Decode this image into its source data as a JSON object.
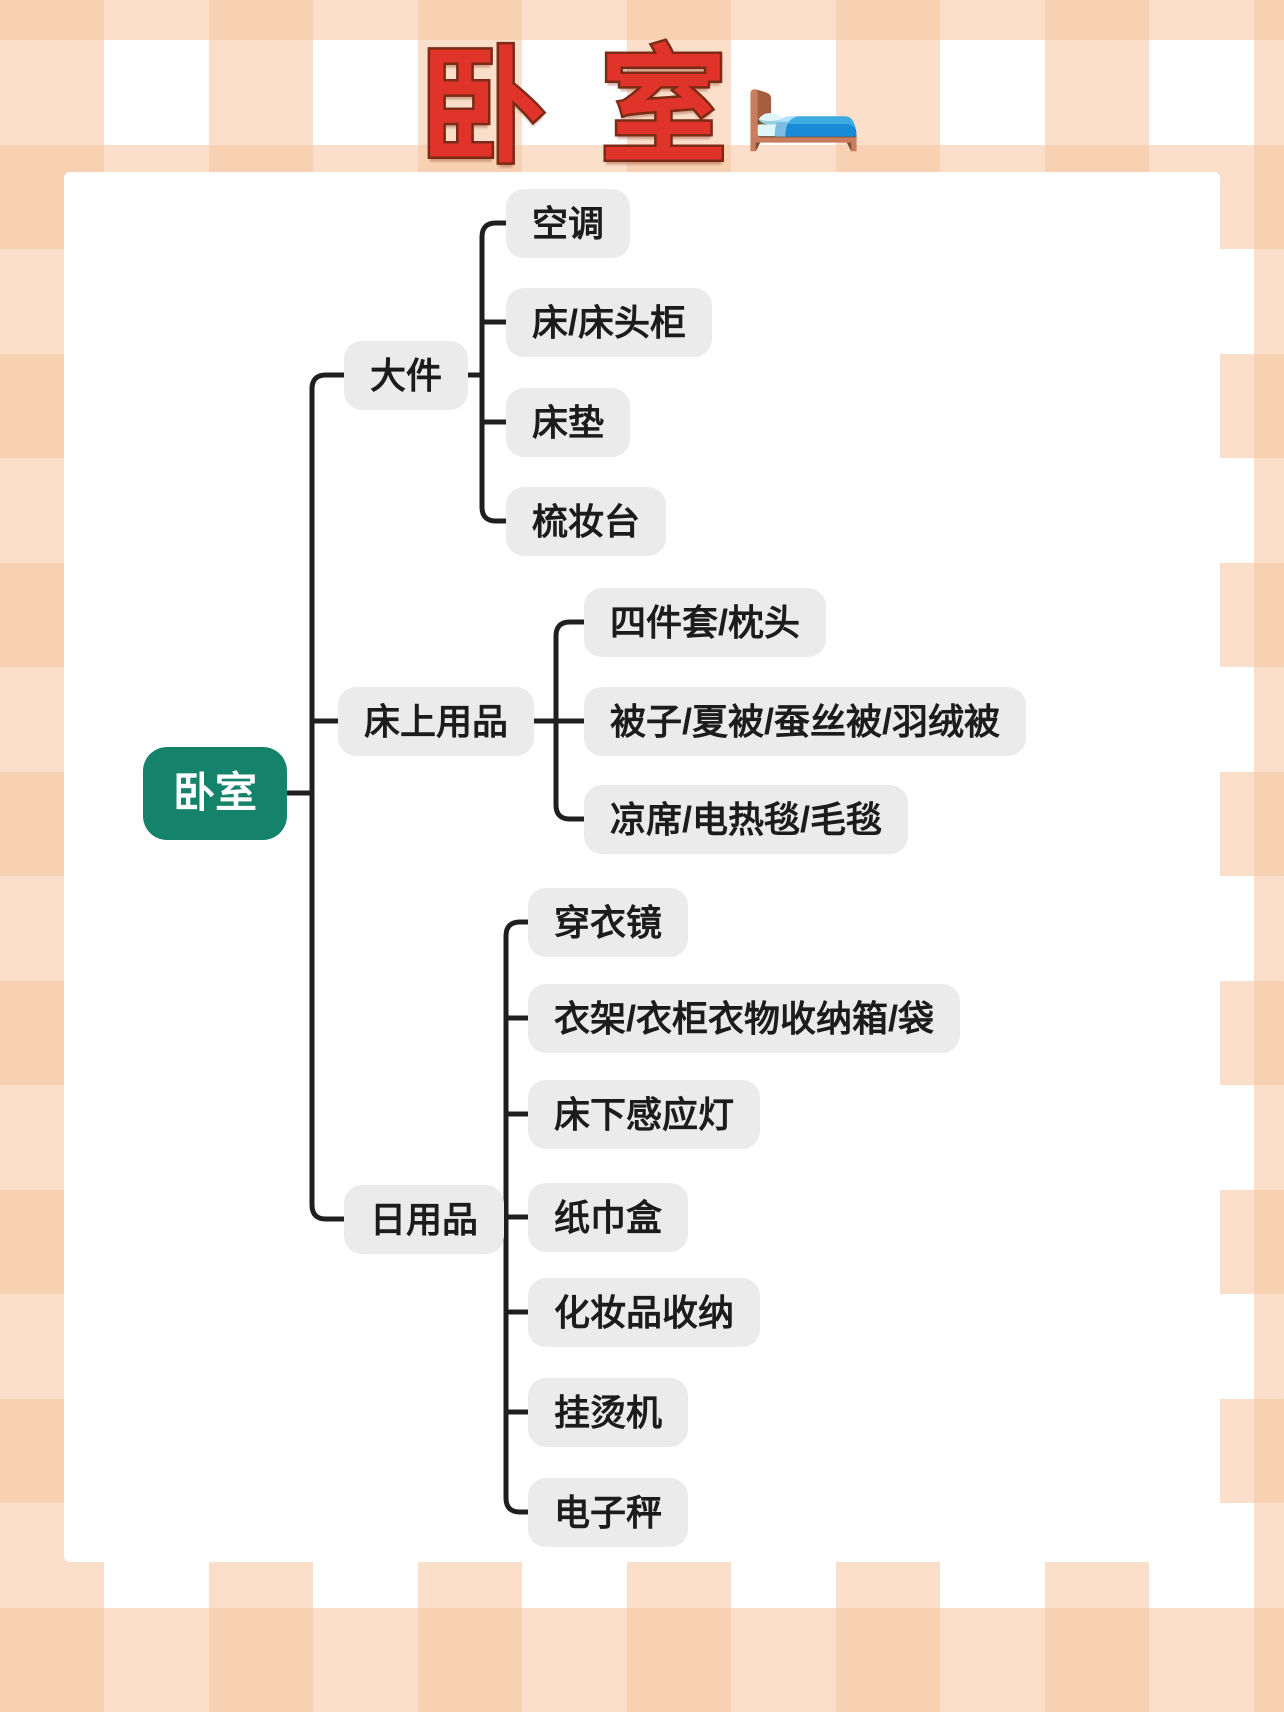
{
  "page": {
    "title_text": "卧 室",
    "title_emoji": "🛏️"
  },
  "colors": {
    "title_red": "#e0342a",
    "title_outline": "#7d2b16",
    "root_bg": "#15836c",
    "root_text": "#ffffff",
    "node_bg": "#ebebeb",
    "node_text": "#1c1c1c",
    "line": "#1f1f1f",
    "card_bg": "#ffffff"
  },
  "mindmap": {
    "root": {
      "label": "卧室"
    },
    "branches": [
      {
        "label": "大件",
        "children": [
          "空调",
          "床/床头柜",
          "床垫",
          "梳妆台"
        ]
      },
      {
        "label": "床上用品",
        "children": [
          "四件套/枕头",
          "被子/夏被/蚕丝被/羽绒被",
          "凉席/电热毯/毛毯"
        ]
      },
      {
        "label": "日用品",
        "children": [
          "穿衣镜",
          "衣架/衣柜衣物收纳箱/袋",
          "床下感应灯",
          "纸巾盒",
          "化妆品收纳",
          "挂烫机",
          "电子秤"
        ]
      }
    ]
  }
}
